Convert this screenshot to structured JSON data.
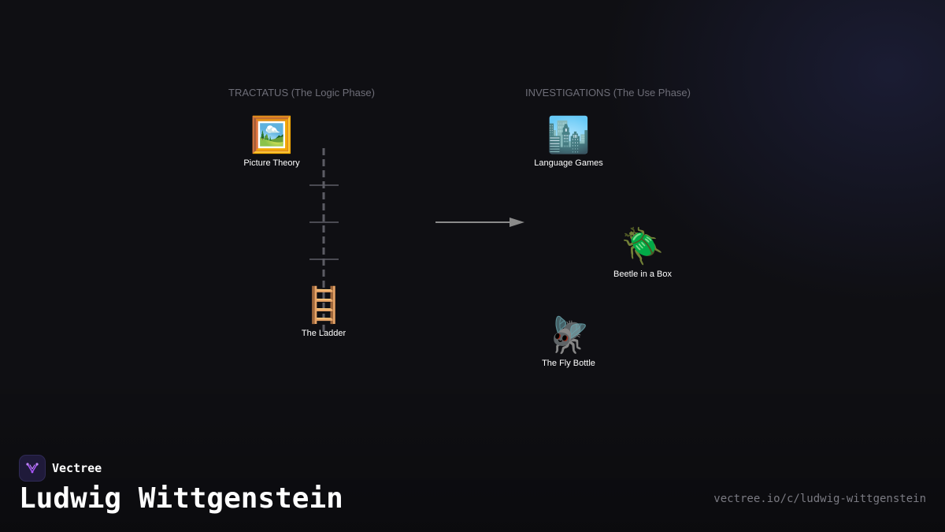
{
  "phases": {
    "left": "TRACTATUS (The Logic Phase)",
    "right": "INVESTIGATIONS (The Use Phase)"
  },
  "nodes": {
    "picture_theory": {
      "icon": "🖼️",
      "icon_name": "framed-picture-icon",
      "label": "Picture Theory"
    },
    "the_ladder": {
      "icon": "🪜",
      "icon_name": "ladder-icon",
      "label": "The Ladder"
    },
    "language_games": {
      "icon": "🏙️",
      "icon_name": "cityscape-icon",
      "label": "Language Games"
    },
    "beetle_in_a_box": {
      "icon": "🪲",
      "icon_name": "beetle-icon",
      "label": "Beetle in a Box"
    },
    "the_fly_bottle": {
      "icon": "🪰",
      "icon_name": "fly-icon",
      "label": "The Fly Bottle"
    }
  },
  "brand": {
    "name": "Vectree"
  },
  "title": "Ludwig Wittgenstein",
  "url": "vectree.io/c/ludwig-wittgenstein",
  "colors": {
    "background": "#0f0f13",
    "connector": "#8a8a8a",
    "muted_text": "#6e6e78",
    "brand_accent": "#a855f7"
  }
}
